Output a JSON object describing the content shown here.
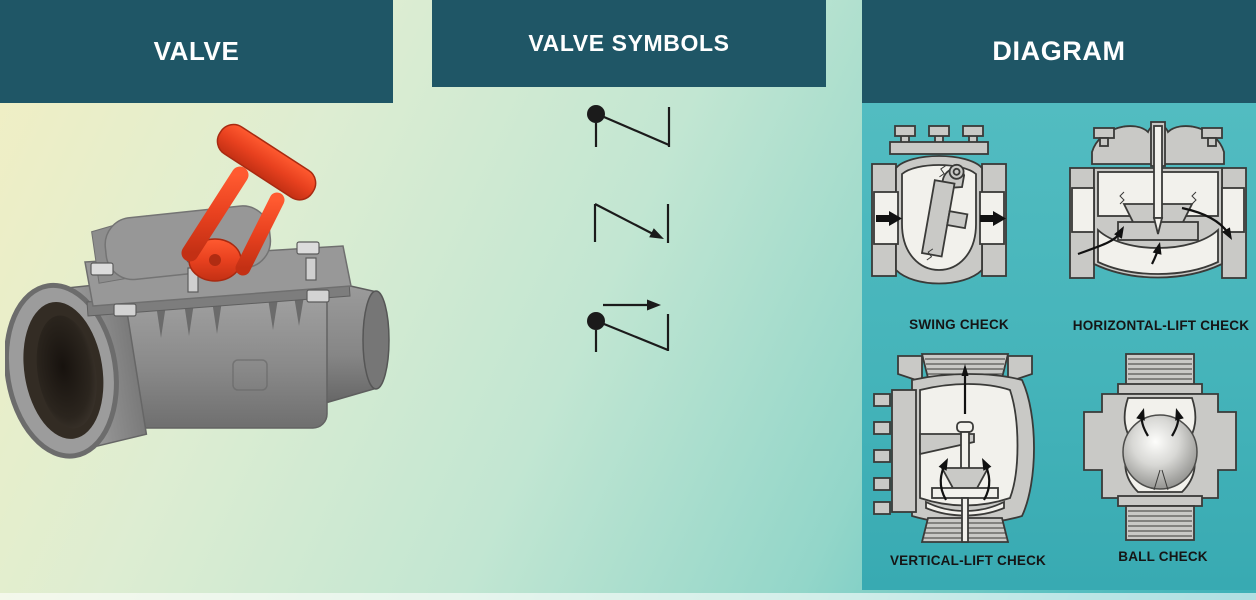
{
  "slide": {
    "sections": {
      "valve": {
        "title": "VALVE"
      },
      "symbols": {
        "title": "VALVE SYMBOLS"
      },
      "diagram": {
        "title": "DIAGRAM"
      }
    }
  },
  "symbols": {
    "items": [
      {
        "name": "check-valve-symbol-with-ball-seat",
        "description": "filled circle with stem, diagonal line to vertical seat"
      },
      {
        "name": "lift-check-valve-symbol-with-flow-arrow",
        "description": "vertical line, diagonal arrow to vertical seat"
      },
      {
        "name": "stop-check-valve-symbol-with-direction-arrow",
        "description": "horizontal flow arrow above filled circle, diagonal line to vertical seat"
      }
    ]
  },
  "diagrams": {
    "items": [
      {
        "label": "SWING CHECK"
      },
      {
        "label": "HORIZONTAL-LIFT CHECK"
      },
      {
        "label": "VERTICAL-LIFT CHECK"
      },
      {
        "label": "BALL CHECK"
      }
    ]
  },
  "photo": {
    "name": "gray-check-valve-with-red-handle"
  },
  "colors": {
    "header_bg": "#1F5666",
    "header_text": "#FFFFFF",
    "diagram_panel_teal": "#4CB7BA",
    "background_top_left": "#F2EFC3",
    "background_bottom_right": "#3CAFB6",
    "symbol_ink": "#1B1B1B",
    "caption_ink": "#151515",
    "valve_handle_red": "#E8411F",
    "valve_body_gray": "#8C8C8C"
  }
}
